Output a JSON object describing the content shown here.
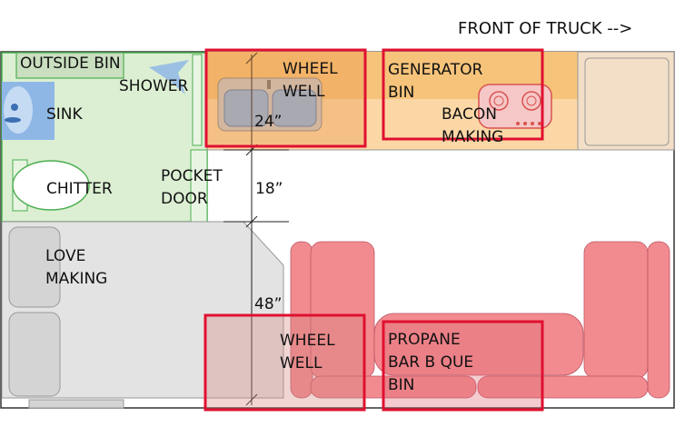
{
  "header": {
    "front_label": "FRONT OF TRUCK -->"
  },
  "rooms": {
    "outside_bin": "OUTSIDE BIN",
    "shower": "SHOWER",
    "sink": "SINK",
    "chitter": "CHITTER",
    "pocket_door": [
      "POCKET",
      "DOOR"
    ],
    "love_making": [
      "LOVE",
      "MAKING"
    ]
  },
  "kitchen": {
    "wheel_well_top": [
      "WHEEL",
      "WELL"
    ],
    "generator_bin": [
      "GENERATOR",
      "BIN"
    ],
    "bacon_making": [
      "BACON",
      "MAKING"
    ]
  },
  "lower": {
    "wheel_well_bottom": [
      "WHEEL",
      "WELL"
    ],
    "propane_bin": [
      "PROPANE",
      "BAR B QUE",
      "BIN"
    ]
  },
  "dimensions": {
    "counter_depth": "24”",
    "aisle_width": "18”",
    "bed_depth": "48”"
  },
  "colors": {
    "bathroom_fill": "#dcefd3",
    "bathroom_stroke": "#4caf50",
    "counter_fill": "#f6c37a",
    "counter_light": "#fbd7a6",
    "bed_fill": "#e3e3e3",
    "seat_fill": "#f28b8f",
    "highlight_stroke": "#e01030",
    "sink_blue": "#8fb7e6"
  }
}
